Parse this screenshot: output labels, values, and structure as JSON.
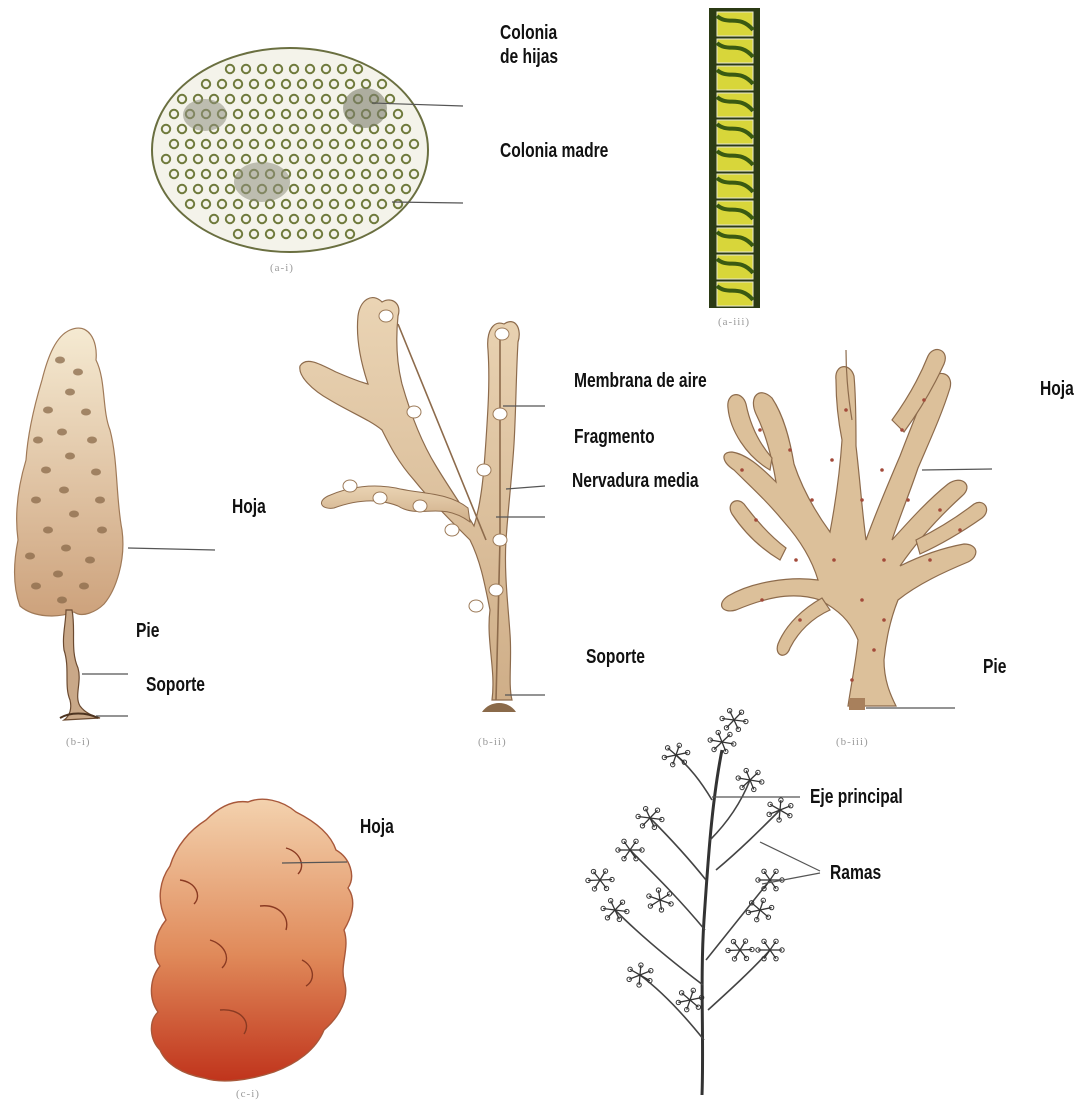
{
  "figures": {
    "a1": {
      "caption": "(a-i)",
      "labels": {
        "daughter_colony": "Colonia de hijas",
        "daughter_colony_line1": "Colonia",
        "daughter_colony_line2": "de hijas",
        "mother_colony": "Colonia madre"
      }
    },
    "a2": {
      "caption": "(a-iii)"
    },
    "b1": {
      "caption": "(b-i)",
      "labels": {
        "leaf": "Hoja",
        "stipe": "Pie",
        "holdfast": "Soporte"
      }
    },
    "b2": {
      "caption": "(b-ii)",
      "labels": {
        "air_bladder": "Membrana de aire",
        "fragment": "Fragmento",
        "midrib": "Nervadura media",
        "holdfast": "Soporte"
      }
    },
    "b3": {
      "caption": "(b-iii)",
      "labels": {
        "leaf": "Hoja",
        "stipe": "Pie"
      }
    },
    "c1": {
      "caption": "(c-i)",
      "labels": {
        "leaf": "Hoja"
      }
    },
    "c2": {
      "labels": {
        "main_axis": "Eje principal",
        "branches": "Ramas"
      }
    }
  },
  "colors": {
    "volvox_cell": "#6f7a3c",
    "spirogyra_dark": "#2b3a14",
    "spirogyra_yellow": "#d8d63a",
    "brown_alga": "#dcc09a",
    "brown_alga_light": "#f3e6cc",
    "red_alga_top": "#f0c8a0",
    "red_alga_bottom": "#c03a20",
    "pointer_line": "#555555"
  }
}
